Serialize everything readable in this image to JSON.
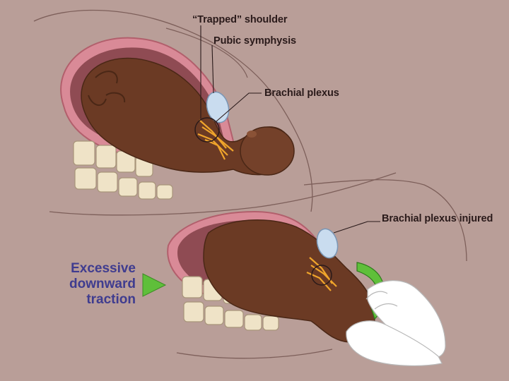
{
  "labels": {
    "trapped_shoulder": "“Trapped” shoulder",
    "pubic_symphysis": "Pubic symphysis",
    "brachial_plexus": "Brachial plexus",
    "brachial_plexus_injured": "Brachial plexus injured"
  },
  "callout": {
    "line1": "Excessive",
    "line2": "downward",
    "line3": "traction"
  },
  "colors": {
    "background": "#b99e98",
    "callout_text": "#3f3c8f",
    "arrow_green": "#5fbf3a",
    "infant_skin": "#6b3a24",
    "uterine_wall": "#d98a97",
    "pubic_bone": "#c9dcef",
    "nerve": "#f0a52b",
    "glove": "#ffffff"
  },
  "icons": {
    "callout_arrow": "triangle-right-icon",
    "rotation_arrow": "curved-arrow-icon"
  }
}
